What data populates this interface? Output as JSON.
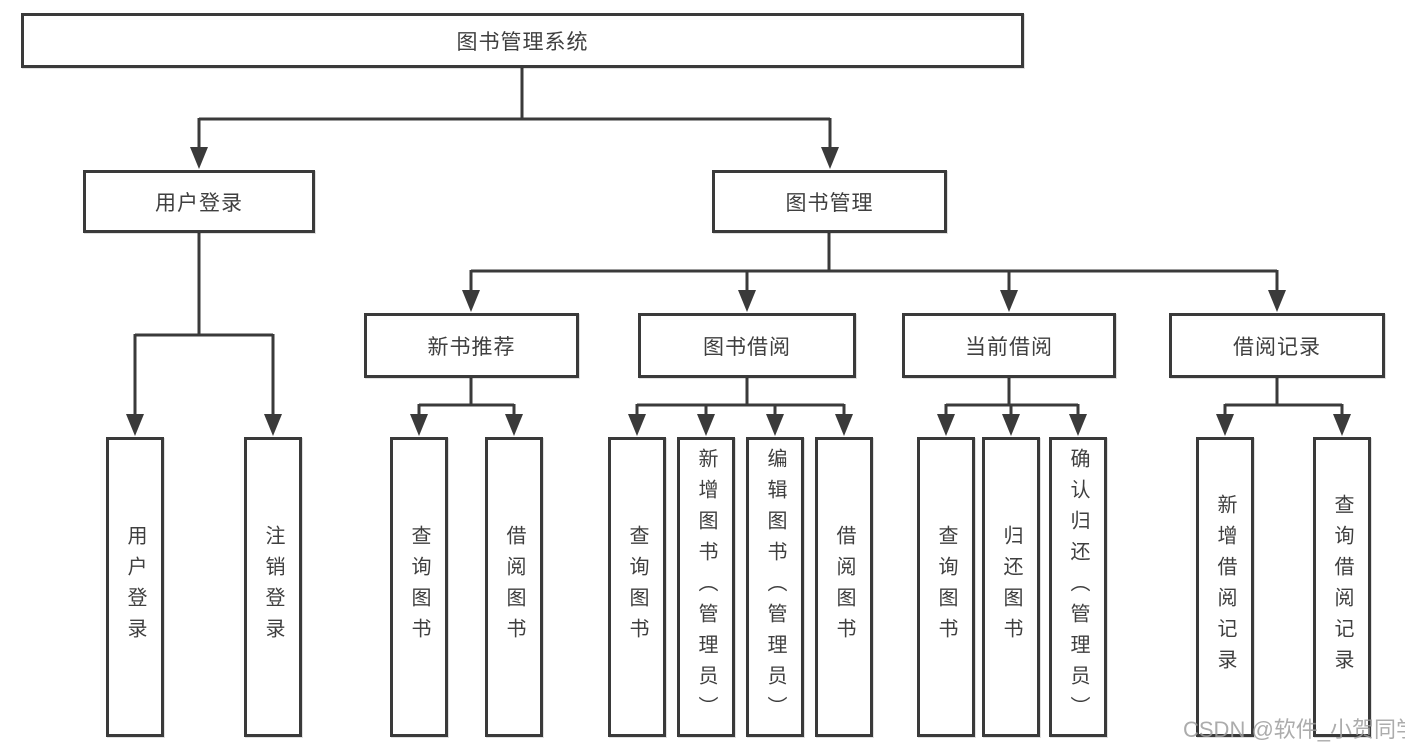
{
  "colors": {
    "line": "#3a3a3a",
    "box_fill": "#ffffff",
    "text": "#3f3f3f",
    "watermark": "#9e9e9e"
  },
  "tree": {
    "label": "图书管理系统",
    "children": [
      {
        "label": "用户登录",
        "children": [
          {
            "label": "用户登录"
          },
          {
            "label": "注销登录"
          }
        ]
      },
      {
        "label": "图书管理",
        "children": [
          {
            "label": "新书推荐",
            "children": [
              {
                "label": "查询图书"
              },
              {
                "label": "借阅图书"
              }
            ]
          },
          {
            "label": "图书借阅",
            "children": [
              {
                "label": "查询图书"
              },
              {
                "label": "新增图书（管理员）"
              },
              {
                "label": "编辑图书（管理员）"
              },
              {
                "label": "借阅图书"
              }
            ]
          },
          {
            "label": "当前借阅",
            "children": [
              {
                "label": "查询图书"
              },
              {
                "label": "归还图书"
              },
              {
                "label": "确认归还（管理员）"
              }
            ]
          },
          {
            "label": "借阅记录",
            "children": [
              {
                "label": "新增借阅记录"
              },
              {
                "label": "查询借阅记录"
              }
            ]
          }
        ]
      }
    ]
  },
  "watermark": "CSDN @软件_小贺同学"
}
